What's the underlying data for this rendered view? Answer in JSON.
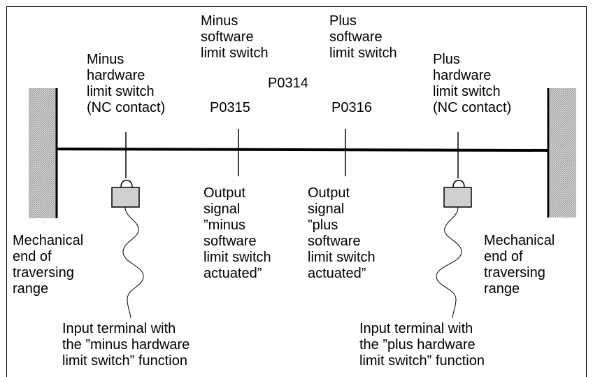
{
  "colors": {
    "frame": "#000000",
    "axis": "#000000",
    "stop_fill": "#d9d9d9",
    "hatch": "#8a8a8a",
    "terminal_fill": "#d0d0d0"
  },
  "labels": {
    "minus_hw_switch": [
      "Minus",
      "hardware",
      "limit switch",
      "(NC contact)"
    ],
    "minus_sw_switch": [
      "Minus",
      "software",
      "limit switch"
    ],
    "plus_sw_switch": [
      "Plus",
      "software",
      "limit switch"
    ],
    "plus_hw_switch": [
      "Plus",
      "hardware",
      "limit switch",
      "(NC contact)"
    ],
    "param_minus_sw": "P0315",
    "param_ref": "P0314",
    "param_plus_sw": "P0316",
    "output_minus": [
      "Output",
      "signal",
      "”minus",
      "software",
      "limit switch",
      "actuated”"
    ],
    "output_plus": [
      "Output",
      "signal",
      "”plus",
      "software",
      "limit switch",
      "actuated”"
    ],
    "mech_end_left": [
      "Mechanical",
      "end of",
      "traversing",
      "range"
    ],
    "mech_end_right": [
      "Mechanical",
      "end of",
      "traversing",
      "range"
    ],
    "input_minus": [
      "Input terminal with",
      "the ”minus hardware",
      "limit switch” function"
    ],
    "input_plus": [
      "Input terminal with",
      "the ”plus hardware",
      "limit switch” function"
    ]
  }
}
